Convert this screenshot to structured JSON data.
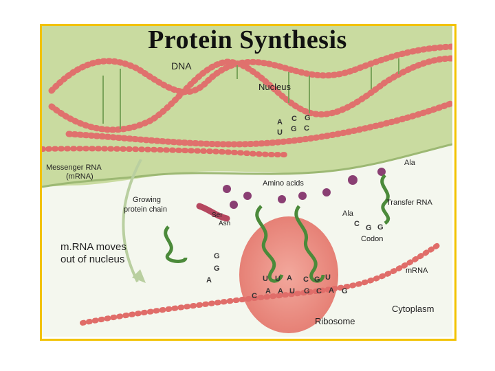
{
  "title": "Protein Synthesis",
  "colors": {
    "frame": "#f2c200",
    "nucleus": "#c9dba0",
    "cytoplasm": "#eaf1dc",
    "backbone": "#d9504e",
    "trna": "#4b8a3a",
    "ribosome": "#e8756b"
  },
  "labels": {
    "dna": "DNA",
    "nucleus": "Nucleus",
    "messenger_rna": "Messenger RNA",
    "mrna_paren": "(mRNA)",
    "amino_acids": "Amino acids",
    "ala_top": "Ala",
    "transfer_rna": "Transfer RNA",
    "growing_1": "Growing",
    "growing_2": "protein chain",
    "ser": "Ser",
    "asn": "Asn",
    "ala_mid": "Ala",
    "mrna_moves_1": "m.RNA moves",
    "mrna_moves_2": "out of nucleus",
    "codon": "Codon",
    "mrna_right": "mRNA",
    "cytoplasm": "Cytoplasm",
    "ribosome": "Ribosome"
  },
  "bases": {
    "dna_pair_top": [
      "A",
      "C",
      "G"
    ],
    "dna_pair_bottom": [
      "U",
      "G",
      "C"
    ],
    "codon": [
      "C",
      "G",
      "G"
    ],
    "free_trna": [
      "G",
      "G",
      "A"
    ],
    "anticodon_1": [
      "U",
      "U",
      "A"
    ],
    "anticodon_2": [
      "C",
      "G",
      "U"
    ],
    "mrna_strand": [
      "C",
      "A",
      "A",
      "U",
      "G",
      "C",
      "A",
      "G"
    ]
  }
}
